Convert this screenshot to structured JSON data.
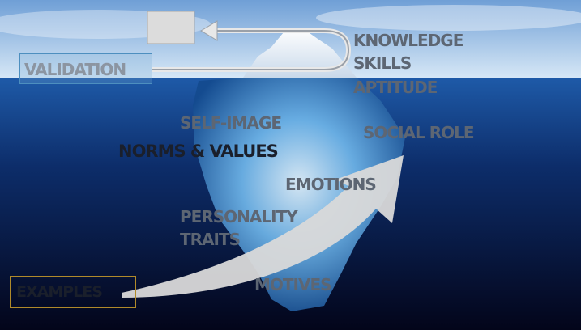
{
  "labels": {
    "validation": "VALIDATION",
    "knowledge": "KNOWLEDGE",
    "skills": "SKILLS",
    "aptitude": "APTITUDE",
    "self_image": "SELF-IMAGE",
    "social_role": "SOCIAL ROLE",
    "norms_values": "NORMS & VALUES",
    "emotions": "EMOTIONS",
    "personality": "PERSONALITY",
    "traits": "TRAITS",
    "motives": "MOTIVES",
    "bottom_left": "EXAMPLES"
  },
  "colors": {
    "sky_top": "#7aa7dc",
    "sky_bottom": "#cfe3f5",
    "water_top": "#1d4f9a",
    "water_bottom": "#04061a",
    "ice": "#bfe4ff",
    "label_text": "#5d6673",
    "arrow_fill": "#d9d9d9",
    "validation_box": "#4d8fbf",
    "bottom_box": "#b08a2a"
  }
}
